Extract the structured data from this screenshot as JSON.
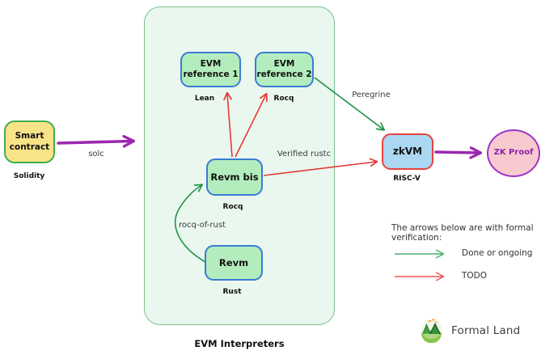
{
  "diagram_title": "EVM Interpreters",
  "nodes": {
    "smart_contract": {
      "label": "Smart contract",
      "sublabel": "Solidity"
    },
    "evm_ref_1": {
      "label": "EVM reference 1",
      "sublabel": "Lean"
    },
    "evm_ref_2": {
      "label": "EVM reference 2",
      "sublabel": "Rocq"
    },
    "revm_bis": {
      "label": "Revm bis",
      "sublabel": "Rocq"
    },
    "revm": {
      "label": "Revm",
      "sublabel": "Rust"
    },
    "zkvm": {
      "label": "zkVM",
      "sublabel": "RISC-V"
    },
    "zk_proof": {
      "label": "ZK Proof"
    }
  },
  "edges": {
    "solc": {
      "label": "solc",
      "from": "smart_contract",
      "to": "evm_interpreters",
      "color": "#9c27b0"
    },
    "revm_bis_to_ref1": {
      "label": "",
      "from": "revm_bis",
      "to": "evm_ref_1",
      "color": "#e53935"
    },
    "revm_bis_to_ref2": {
      "label": "",
      "from": "revm_bis",
      "to": "evm_ref_2",
      "color": "#e53935"
    },
    "verified_rustc": {
      "label": "Verified rustc",
      "from": "revm_bis",
      "to": "zkvm",
      "color": "#e53935"
    },
    "peregrine": {
      "label": "Peregrine",
      "from": "evm_ref_2",
      "to": "zkvm",
      "color": "#1f9347"
    },
    "rocq_of_rust": {
      "label": "rocq-of-rust",
      "from": "revm",
      "to": "revm_bis",
      "color": "#1f9347"
    },
    "zkvm_to_proof": {
      "label": "",
      "from": "zkvm",
      "to": "zk_proof",
      "color": "#9c27b0"
    }
  },
  "legend": {
    "title": "The arrows below are with formal verification:",
    "items": [
      {
        "label": "Done or ongoing",
        "color": "#4caf6d"
      },
      {
        "label": "TODO",
        "color": "#ef5350"
      }
    ]
  },
  "brand": {
    "name": "Formal Land"
  },
  "colors": {
    "container_fill": "#eaf7ee",
    "container_border": "#7cc08d",
    "yellow_node_fill": "#f9e388",
    "yellow_node_border": "#3fae4e",
    "green_node_fill": "#b3edbd",
    "green_node_border": "#3a7bd5",
    "zkvm_fill": "#abd7f2",
    "zkvm_border": "#e8423d",
    "zk_proof_fill": "#f8cad0",
    "zk_proof_border": "#9c34c4",
    "purple_arrow": "#9c27b0",
    "red_arrow": "#e53935",
    "green_arrow": "#1f9347"
  }
}
